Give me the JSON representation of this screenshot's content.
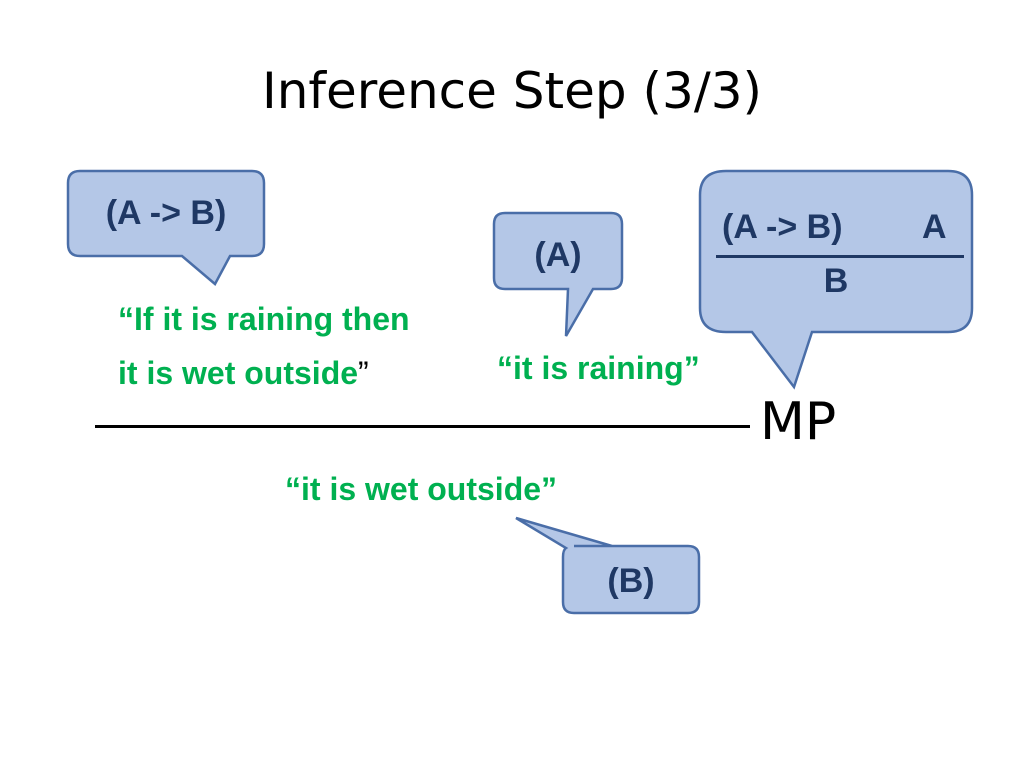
{
  "slide": {
    "title": "Inference Step (3/3)"
  },
  "callouts": {
    "implication": {
      "label": "(A -> B)"
    },
    "premise": {
      "label": "(A)"
    },
    "conclusion": {
      "label": "(B)"
    },
    "rule": {
      "top_left": "(A -> B)",
      "top_right": "A",
      "bottom": "B"
    }
  },
  "statements": {
    "implication_line1": "“If it is raining then",
    "implication_line2": "it is wet outside",
    "implication_close_quote": "”",
    "premise": "“it is raining”",
    "conclusion": "“it is wet outside”"
  },
  "rule_name": "MP",
  "colors": {
    "callout_fill": "#b4c7e7",
    "callout_stroke": "#4a6ea8",
    "callout_text": "#1f3864",
    "statement_text": "#00b050"
  }
}
